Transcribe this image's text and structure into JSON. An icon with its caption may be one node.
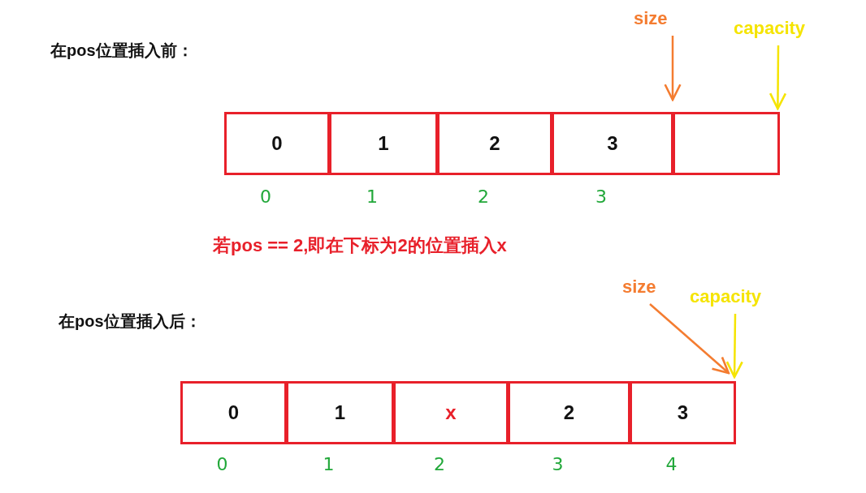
{
  "diagram": {
    "nodes": [
      {
        "text": [
          "size"
        ]
      },
      {
        "text": [
          "capacity"
        ]
      },
      {
        "text": [
          "0"
        ],
        "beside": [
          "0"
        ]
      },
      {
        "text": [
          "1"
        ],
        "beside": [
          "1"
        ]
      },
      {
        "text": [
          "2"
        ],
        "beside": [
          "2"
        ]
      },
      {
        "text": [
          "3"
        ],
        "beside": [
          "3"
        ]
      },
      {
        "text": [],
        "shape": "box"
      },
      {
        "text": [
          "size"
        ]
      },
      {
        "text": [
          "capacity"
        ]
      },
      {
        "text": [
          "0"
        ],
        "beside": [
          "0"
        ]
      },
      {
        "text": [
          "1"
        ],
        "beside": [
          "1"
        ]
      },
      {
        "text": [
          "x"
        ],
        "beside": [
          "2"
        ]
      },
      {
        "text": [
          "2"
        ],
        "beside": [
          "3"
        ]
      },
      {
        "text": [
          "3"
        ],
        "beside": [
          "4"
        ]
      }
    ],
    "edges": [
      {
        "from": 0,
        "to": 6,
        "arrow": "to",
        "color": "#f47c30"
      },
      {
        "from": 1,
        "to": 6,
        "arrow": "to",
        "color": "#f5e400"
      },
      {
        "from": 7,
        "to": 13,
        "arrow": "to",
        "color": "#f47c30"
      },
      {
        "from": 8,
        "to": 13,
        "arrow": "to",
        "color": "#f5e400"
      }
    ],
    "labels": [
      "在pos位置插入前：",
      "若pos == 2,即在下标为2的位置插入x",
      "在pos位置插入后："
    ]
  }
}
